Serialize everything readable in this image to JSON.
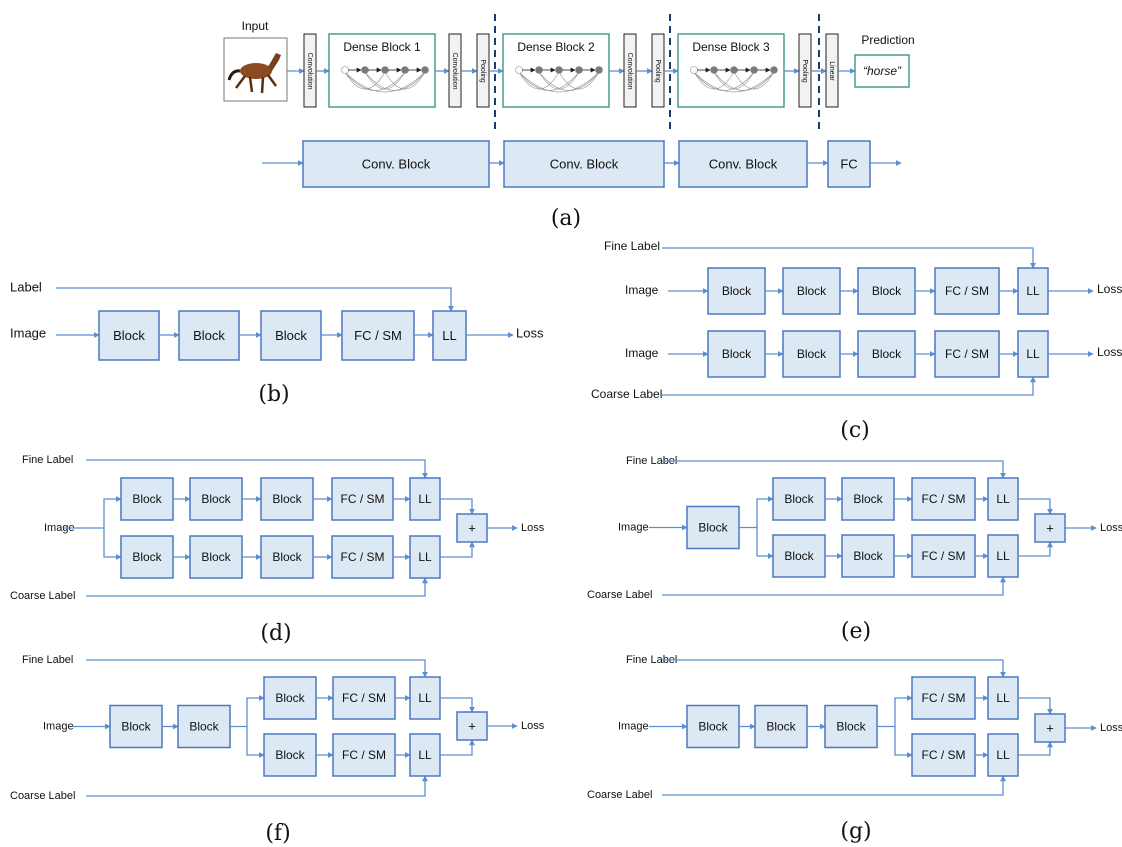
{
  "panel_a": {
    "input_label": "Input",
    "prediction_label": "Prediction",
    "prediction_value": "“horse”",
    "dense_blocks": [
      "Dense Block 1",
      "Dense Block 2",
      "Dense Block 3"
    ],
    "convolution": "Convolution",
    "pooling": "Pooling",
    "linear": "Linear",
    "conv_block": "Conv. Block",
    "fc": "FC",
    "caption": "(a)"
  },
  "labels": {
    "label": "Label",
    "image": "Image",
    "block": "Block",
    "fcsm": "FC / SM",
    "ll": "LL",
    "loss": "Loss",
    "fine": "Fine Label",
    "coarse": "Coarse Label",
    "plus": "+"
  },
  "captions": {
    "b": "(b)",
    "c": "(c)",
    "d": "(d)",
    "e": "(e)",
    "f": "(f)",
    "g": "(g)"
  },
  "colors": {
    "block_fill": "#dde8f5",
    "block_stroke": "#4a78c2",
    "arrow": "#5b8fd0",
    "dense_block_stroke": "#2e8b82",
    "divider": "#1f3a6e"
  },
  "icons": [
    "horse-photo"
  ]
}
